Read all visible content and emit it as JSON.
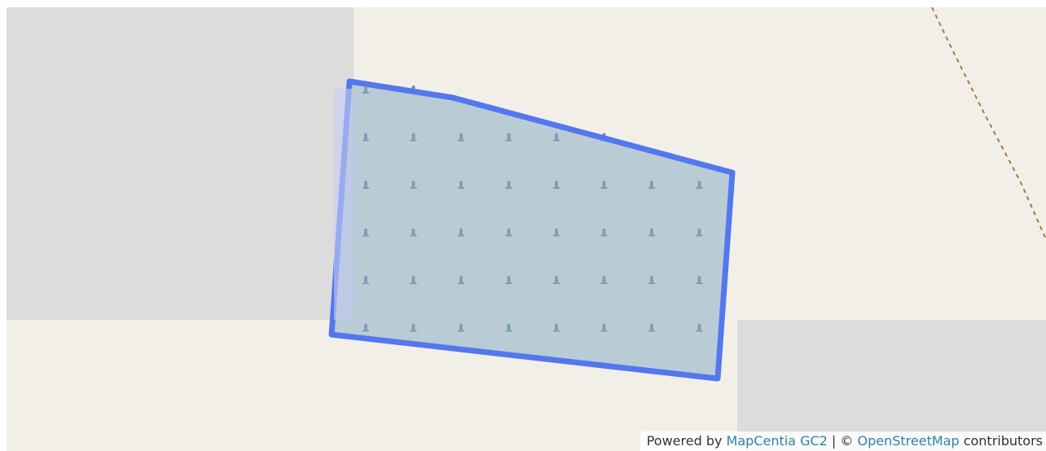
{
  "map": {
    "colors": {
      "land": "#f2efe9",
      "landuse_grey": "#dcdcdc",
      "cemetery_fill": "#8aaabd",
      "cemetery_symbol": "#6f8f98",
      "polygon_fill": "#8aaec7",
      "polygon_stroke": "#5577ee",
      "path_line": "#a47a3a",
      "link": "#2a86a8"
    },
    "feature_icon": "gravestone-icon",
    "attribution": {
      "prefix": "Powered by",
      "link1": "MapCentia GC2",
      "separator": "|",
      "copyright": "©",
      "link2": "OpenStreetMap",
      "suffix": "contributors"
    }
  }
}
